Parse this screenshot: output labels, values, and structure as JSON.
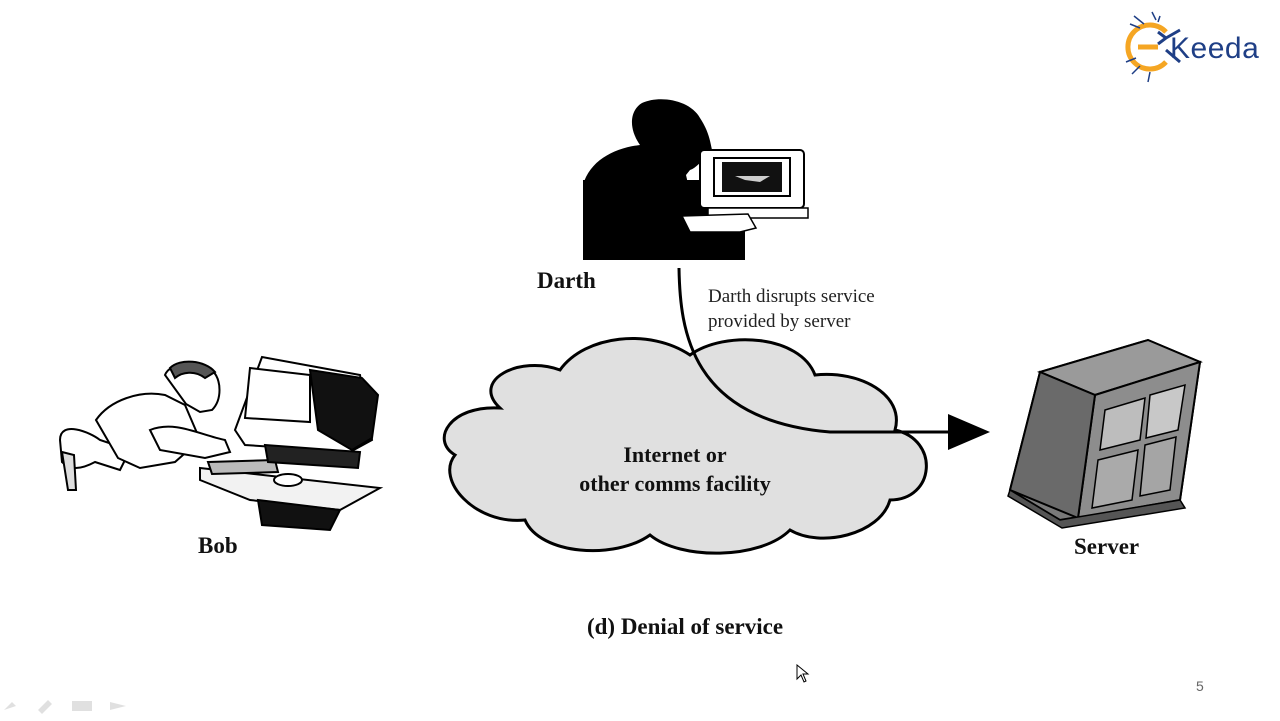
{
  "slide": {
    "page_number": "5",
    "caption": "(d) Denial of service"
  },
  "logo": {
    "text": "Keeda",
    "colors": {
      "orange": "#f5a623",
      "navy": "#1f3f86"
    }
  },
  "diagram": {
    "actors": {
      "darth": "Darth",
      "bob": "Bob",
      "server": "Server"
    },
    "cloud_lines": [
      "Internet or",
      "other comms facility"
    ],
    "annotation_lines": [
      "Darth disrupts service",
      "provided by server"
    ]
  },
  "icons": [
    "darth-silhouette-icon",
    "bob-at-computer-icon",
    "server-tower-icon",
    "cloud-icon",
    "arrow-icon",
    "mouse-cursor-icon"
  ]
}
